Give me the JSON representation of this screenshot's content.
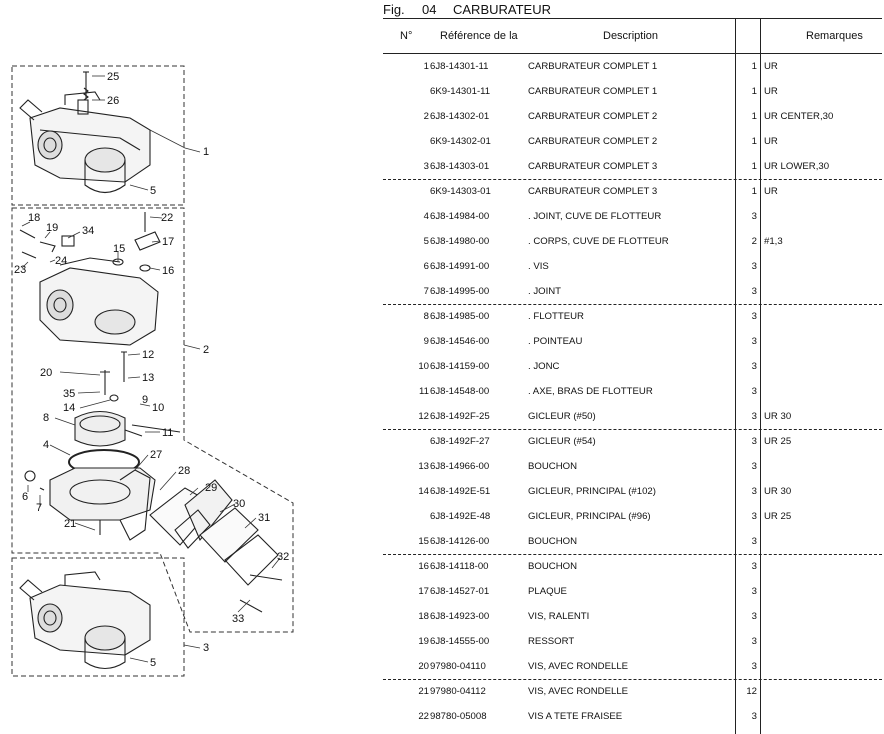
{
  "figure": {
    "label": "Fig.",
    "number": "04",
    "title": "CARBURATEUR"
  },
  "columns": {
    "no": "N°",
    "reference": "Référence de la",
    "description": "Description",
    "remarks": "Remarques"
  },
  "rows": [
    {
      "no": "1",
      "ref": "6J8-14301-11",
      "desc": "CARBURATEUR COMPLET 1",
      "qty": "1",
      "rem": "UR"
    },
    {
      "no": "",
      "ref": "6K9-14301-11",
      "desc": "CARBURATEUR COMPLET 1",
      "qty": "1",
      "rem": "UR"
    },
    {
      "no": "2",
      "ref": "6J8-14302-01",
      "desc": "CARBURATEUR COMPLET 2",
      "qty": "1",
      "rem": "UR CENTER,30"
    },
    {
      "no": "",
      "ref": "6K9-14302-01",
      "desc": "CARBURATEUR COMPLET 2",
      "qty": "1",
      "rem": "UR"
    },
    {
      "no": "3",
      "ref": "6J8-14303-01",
      "desc": "CARBURATEUR COMPLET 3",
      "qty": "1",
      "rem": "UR LOWER,30"
    },
    {
      "no": "",
      "ref": "6K9-14303-01",
      "desc": "CARBURATEUR COMPLET 3",
      "qty": "1",
      "rem": "UR"
    },
    {
      "no": "4",
      "ref": "6J8-14984-00",
      "desc": ". JOINT, CUVE DE FLOTTEUR",
      "qty": "3",
      "rem": ""
    },
    {
      "no": "5",
      "ref": "6J8-14980-00",
      "desc": ". CORPS, CUVE DE FLOTTEUR",
      "qty": "2",
      "rem": "#1,3"
    },
    {
      "no": "6",
      "ref": "6J8-14991-00",
      "desc": ". VIS",
      "qty": "3",
      "rem": ""
    },
    {
      "no": "7",
      "ref": "6J8-14995-00",
      "desc": ". JOINT",
      "qty": "3",
      "rem": ""
    },
    {
      "no": "8",
      "ref": "6J8-14985-00",
      "desc": ". FLOTTEUR",
      "qty": "3",
      "rem": ""
    },
    {
      "no": "9",
      "ref": "6J8-14546-00",
      "desc": ". POINTEAU",
      "qty": "3",
      "rem": ""
    },
    {
      "no": "10",
      "ref": "6J8-14159-00",
      "desc": ". JONC",
      "qty": "3",
      "rem": ""
    },
    {
      "no": "11",
      "ref": "6J8-14548-00",
      "desc": ". AXE, BRAS DE FLOTTEUR",
      "qty": "3",
      "rem": ""
    },
    {
      "no": "12",
      "ref": "6J8-1492F-25",
      "desc": "GICLEUR (#50)",
      "qty": "3",
      "rem": "UR 30"
    },
    {
      "no": "",
      "ref": "6J8-1492F-27",
      "desc": "GICLEUR (#54)",
      "qty": "3",
      "rem": "UR 25"
    },
    {
      "no": "13",
      "ref": "6J8-14966-00",
      "desc": "BOUCHON",
      "qty": "3",
      "rem": ""
    },
    {
      "no": "14",
      "ref": "6J8-1492E-51",
      "desc": "GICLEUR, PRINCIPAL (#102)",
      "qty": "3",
      "rem": "UR 30"
    },
    {
      "no": "",
      "ref": "6J8-1492E-48",
      "desc": "GICLEUR, PRINCIPAL (#96)",
      "qty": "3",
      "rem": "UR 25"
    },
    {
      "no": "15",
      "ref": "6J8-14126-00",
      "desc": "BOUCHON",
      "qty": "3",
      "rem": ""
    },
    {
      "no": "16",
      "ref": "6J8-14118-00",
      "desc": "BOUCHON",
      "qty": "3",
      "rem": ""
    },
    {
      "no": "17",
      "ref": "6J8-14527-01",
      "desc": "PLAQUE",
      "qty": "3",
      "rem": ""
    },
    {
      "no": "18",
      "ref": "6J8-14923-00",
      "desc": "VIS, RALENTI",
      "qty": "3",
      "rem": ""
    },
    {
      "no": "19",
      "ref": "6J8-14555-00",
      "desc": "RESSORT",
      "qty": "3",
      "rem": ""
    },
    {
      "no": "20",
      "ref": "97980-04110",
      "desc": "VIS, AVEC RONDELLE",
      "qty": "3",
      "rem": ""
    },
    {
      "no": "21",
      "ref": "97980-04112",
      "desc": "VIS, AVEC RONDELLE",
      "qty": "12",
      "rem": ""
    },
    {
      "no": "22",
      "ref": "98780-05008",
      "desc": "VIS A TETE FRAISEE",
      "qty": "3",
      "rem": ""
    }
  ],
  "diagram_callouts": [
    "25",
    "26",
    "1",
    "5",
    "18",
    "19",
    "34",
    "22",
    "17",
    "15",
    "16",
    "23",
    "24",
    "2",
    "12",
    "13",
    "20",
    "35",
    "14",
    "9",
    "10",
    "8",
    "11",
    "4",
    "27",
    "28",
    "29",
    "30",
    "31",
    "32",
    "33",
    "6",
    "7",
    "21",
    "3"
  ]
}
